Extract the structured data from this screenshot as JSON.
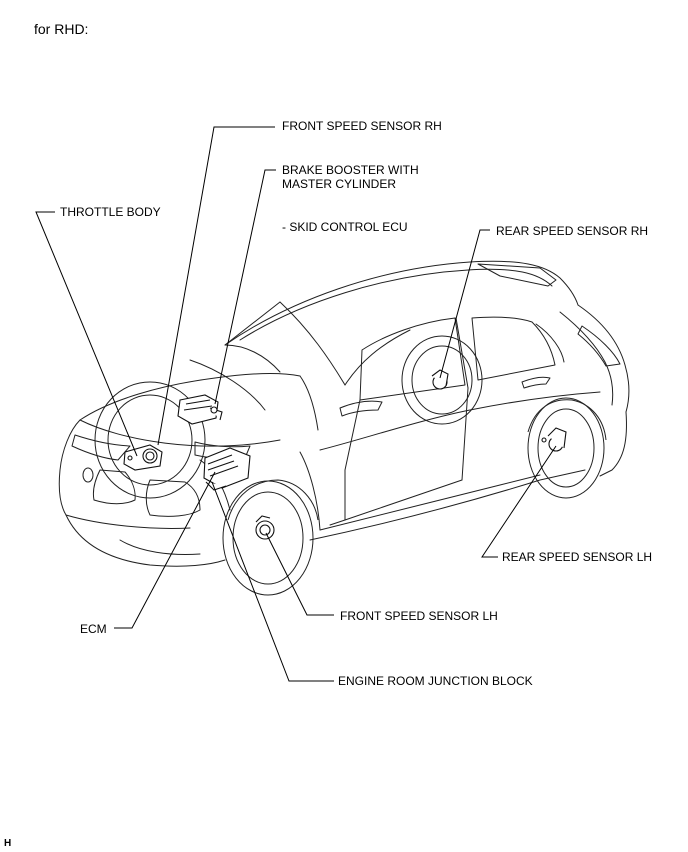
{
  "header": {
    "note": "for RHD:"
  },
  "footer": {
    "code": "H"
  },
  "callouts": {
    "front_speed_sensor_rh": "FRONT SPEED SENSOR RH",
    "brake_booster_line1": "BRAKE BOOSTER WITH",
    "brake_booster_line2": "MASTER CYLINDER",
    "skid_control_ecu": "- SKID CONTROL ECU",
    "throttle_body": "THROTTLE BODY",
    "rear_speed_sensor_rh": "REAR SPEED SENSOR RH",
    "rear_speed_sensor_lh": "REAR SPEED SENSOR LH",
    "front_speed_sensor_lh": "FRONT SPEED SENSOR LH",
    "ecm": "ECM",
    "engine_room_junction_block": "ENGINE ROOM JUNCTION BLOCK"
  }
}
